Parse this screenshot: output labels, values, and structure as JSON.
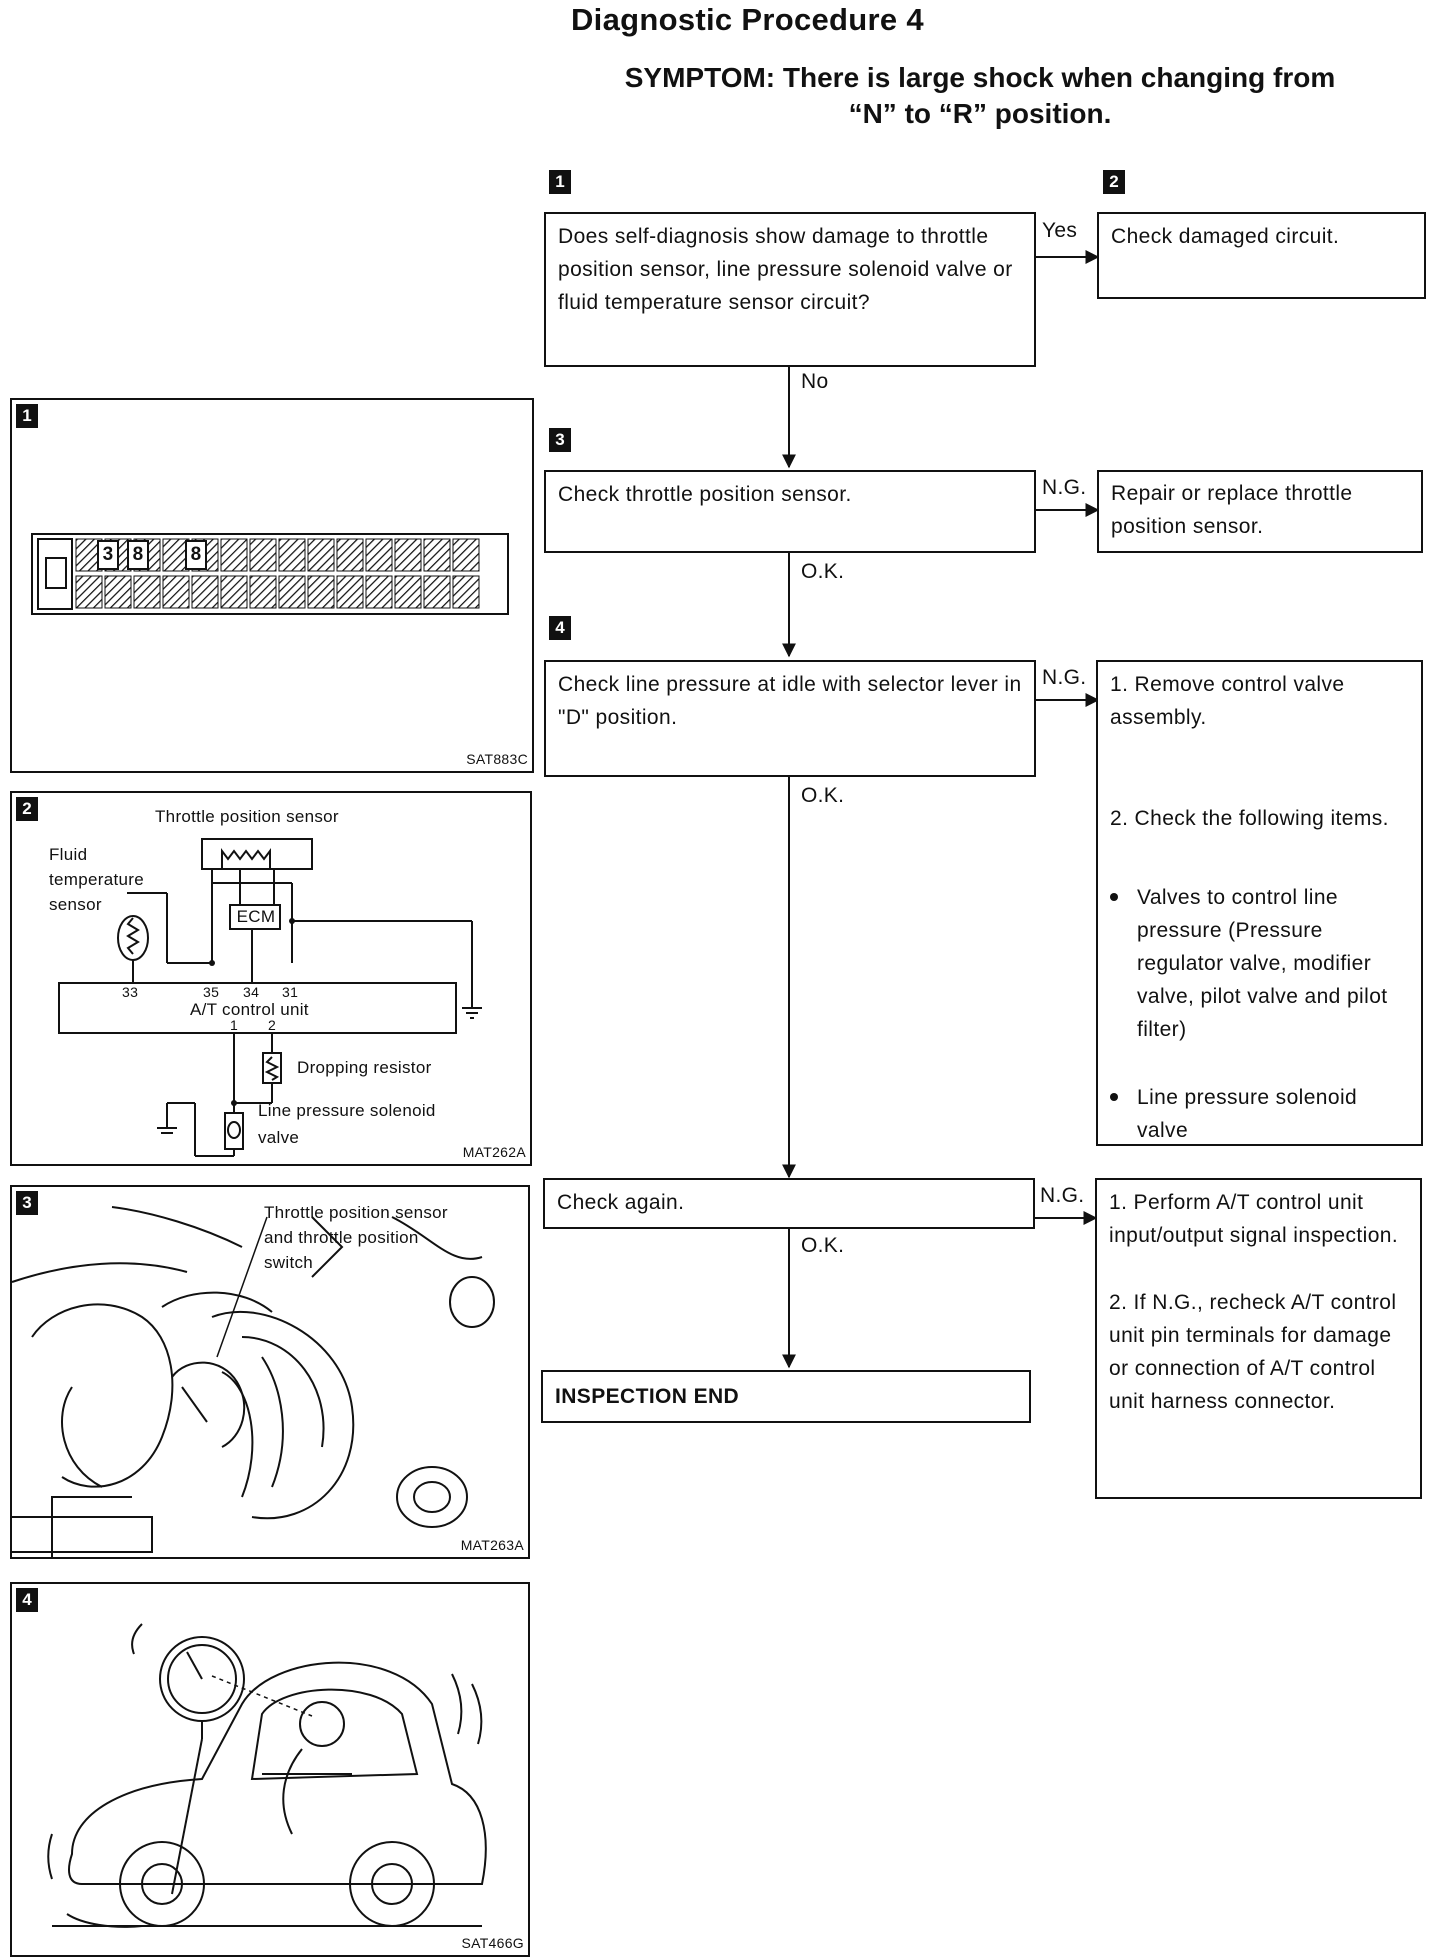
{
  "header": {
    "title": "Diagnostic Procedure 4",
    "symptom_line1": "SYMPTOM: There is large shock when changing from",
    "symptom_line2": "“N” to “R” position."
  },
  "flow": {
    "step1": {
      "marker": "1",
      "text": "Does self-diagnosis show damage to throttle position sensor, line pressure solenoid valve or fluid temperature sensor circuit?"
    },
    "step2": {
      "marker": "2",
      "text": "Check damaged circuit."
    },
    "step3": {
      "marker": "3",
      "text": "Check throttle position sensor."
    },
    "step3_ng": {
      "text": "Repair or replace throttle position sensor."
    },
    "step4": {
      "marker": "4",
      "text": "Check line pressure at idle with selector lever in \"D\" position."
    },
    "step4_ng": {
      "item1": "1. Remove control valve assembly.",
      "item2": "2. Check the following items.",
      "bullet1": "Valves to control line pressure (Pressure regulator valve, modifier valve, pilot valve and pilot filter)",
      "bullet2": "Line pressure solenoid valve"
    },
    "check_again": {
      "text": "Check again."
    },
    "check_again_ng": {
      "item1": "1. Perform A/T control unit input/output signal inspection.",
      "item2": "2. If N.G., recheck A/T control unit pin terminals for damage or connection of A/T control unit harness connector."
    },
    "end": {
      "text": "INSPECTION END"
    },
    "labels": {
      "yes": "Yes",
      "no": "No",
      "ng": "N.G.",
      "ok": "O.K."
    }
  },
  "panels": {
    "p1": {
      "marker": "1",
      "code": "SAT883C",
      "display": [
        "3",
        "8",
        "8"
      ]
    },
    "p2": {
      "marker": "2",
      "code": "MAT262A",
      "throttle": "Throttle position sensor",
      "fluid1": "Fluid",
      "fluid2": "temperature",
      "fluid3": "sensor",
      "ecm": "ECM",
      "atcu": "A/T control unit",
      "pin33": "33",
      "pin35": "35",
      "pin34": "34",
      "pin31": "31",
      "pin1": "1",
      "pin2": "2",
      "dropping": "Dropping resistor",
      "lps1": "Line pressure solenoid",
      "lps2": "valve"
    },
    "p3": {
      "marker": "3",
      "code": "MAT263A",
      "label1": "Throttle position sensor",
      "label2": "and throttle position",
      "label3": "switch"
    },
    "p4": {
      "marker": "4",
      "code": "SAT466G"
    }
  }
}
